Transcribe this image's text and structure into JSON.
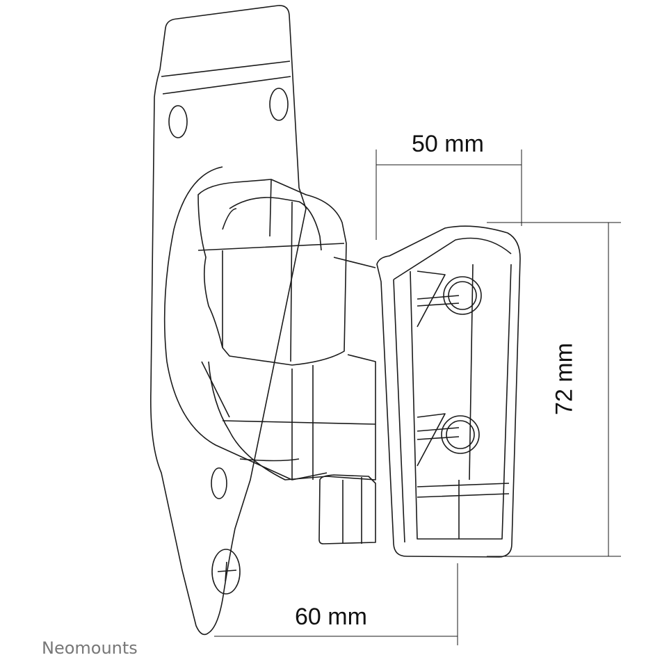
{
  "dimensions": {
    "width_label": "50 mm",
    "height_label": "72 mm",
    "depth_label": "60 mm"
  },
  "brand": {
    "logo_text": "Neomounts"
  },
  "colors": {
    "line": "#1a1a1a",
    "logo": "#777777"
  }
}
